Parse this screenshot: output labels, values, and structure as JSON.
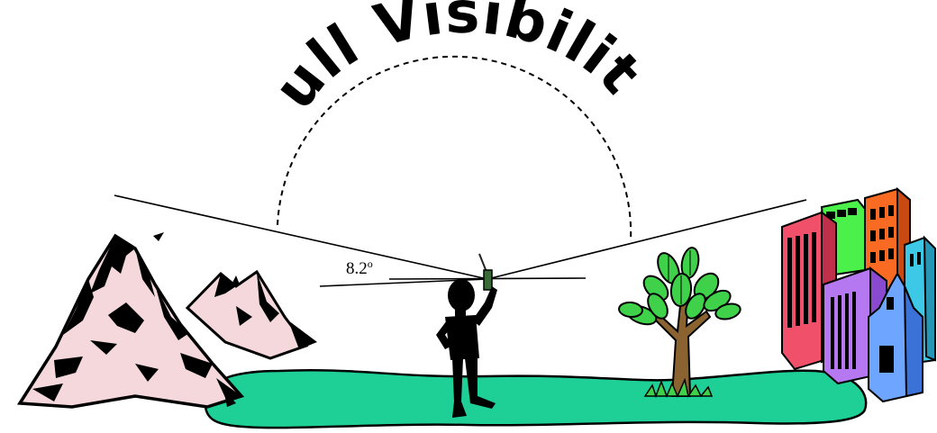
{
  "diagram": {
    "title": "Full Visibility",
    "angle_label": "8.2",
    "angle_degree_symbol": "o"
  },
  "colors": {
    "ground": "#1ecf96",
    "snow": "#f4d8dc",
    "tree_leaf": "#3fd14a",
    "trunk": "#8a6330",
    "building_red": "#f0506a",
    "building_green": "#4cf04a",
    "building_orange": "#f96b22",
    "building_cyan": "#3cc8e6",
    "building_purple": "#b678f0",
    "building_blue": "#6ea6ff"
  }
}
